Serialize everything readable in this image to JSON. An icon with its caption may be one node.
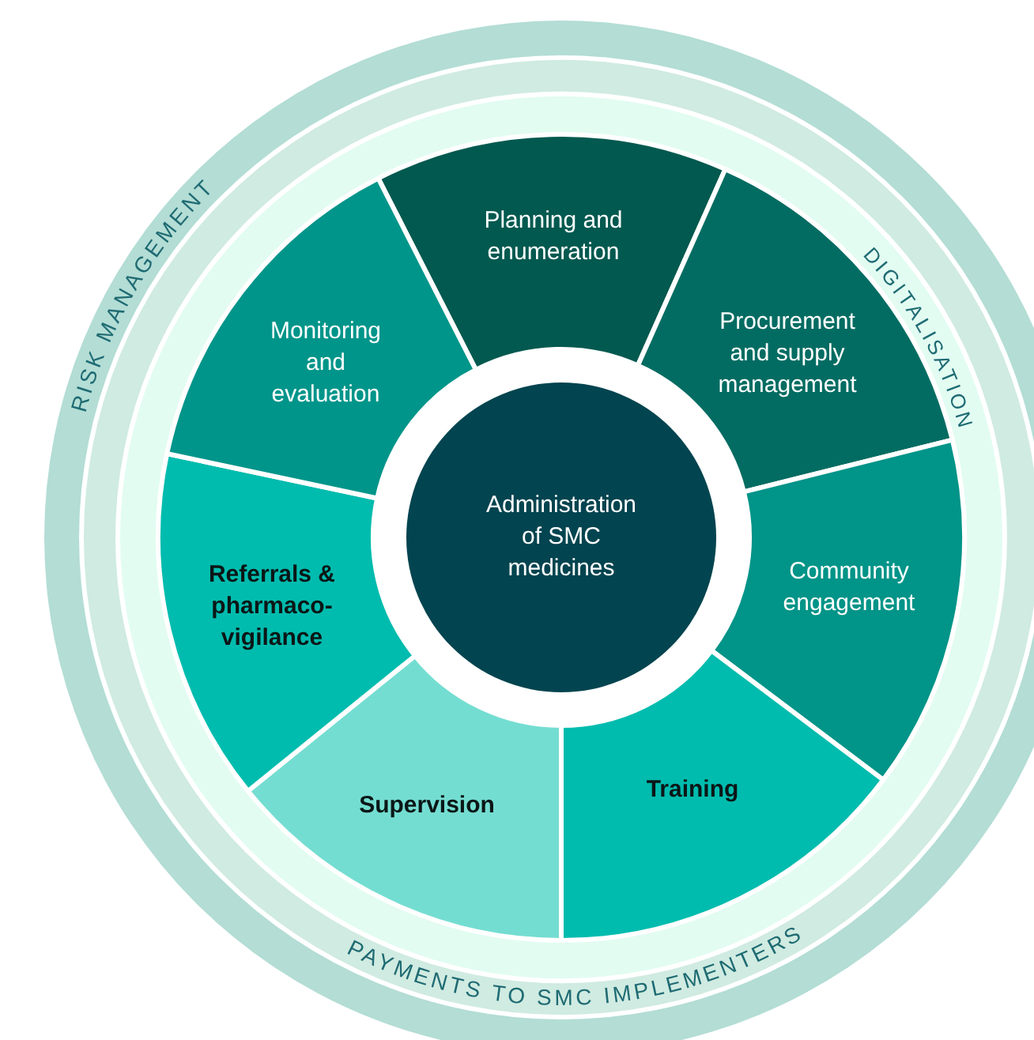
{
  "diagram": {
    "nodes": [
      {
        "text": [
          "Planning and enumeration"
        ]
      },
      {
        "text": [
          "Procurement and supply management"
        ]
      },
      {
        "text": [
          "Community engagement"
        ]
      },
      {
        "text": [
          "Training"
        ]
      },
      {
        "text": [
          "Supervision"
        ]
      },
      {
        "text": [
          "Referrals & pharmaco-vigilance"
        ]
      },
      {
        "text": [
          "Monitoring and evaluation"
        ]
      },
      {
        "text": [
          "Administration of SMC medicines"
        ]
      }
    ],
    "labels": [
      "RISK MANAGEMENT",
      "DIGITALISATION",
      "PAYMENTS TO SMC IMPLEMENTERS"
    ]
  }
}
